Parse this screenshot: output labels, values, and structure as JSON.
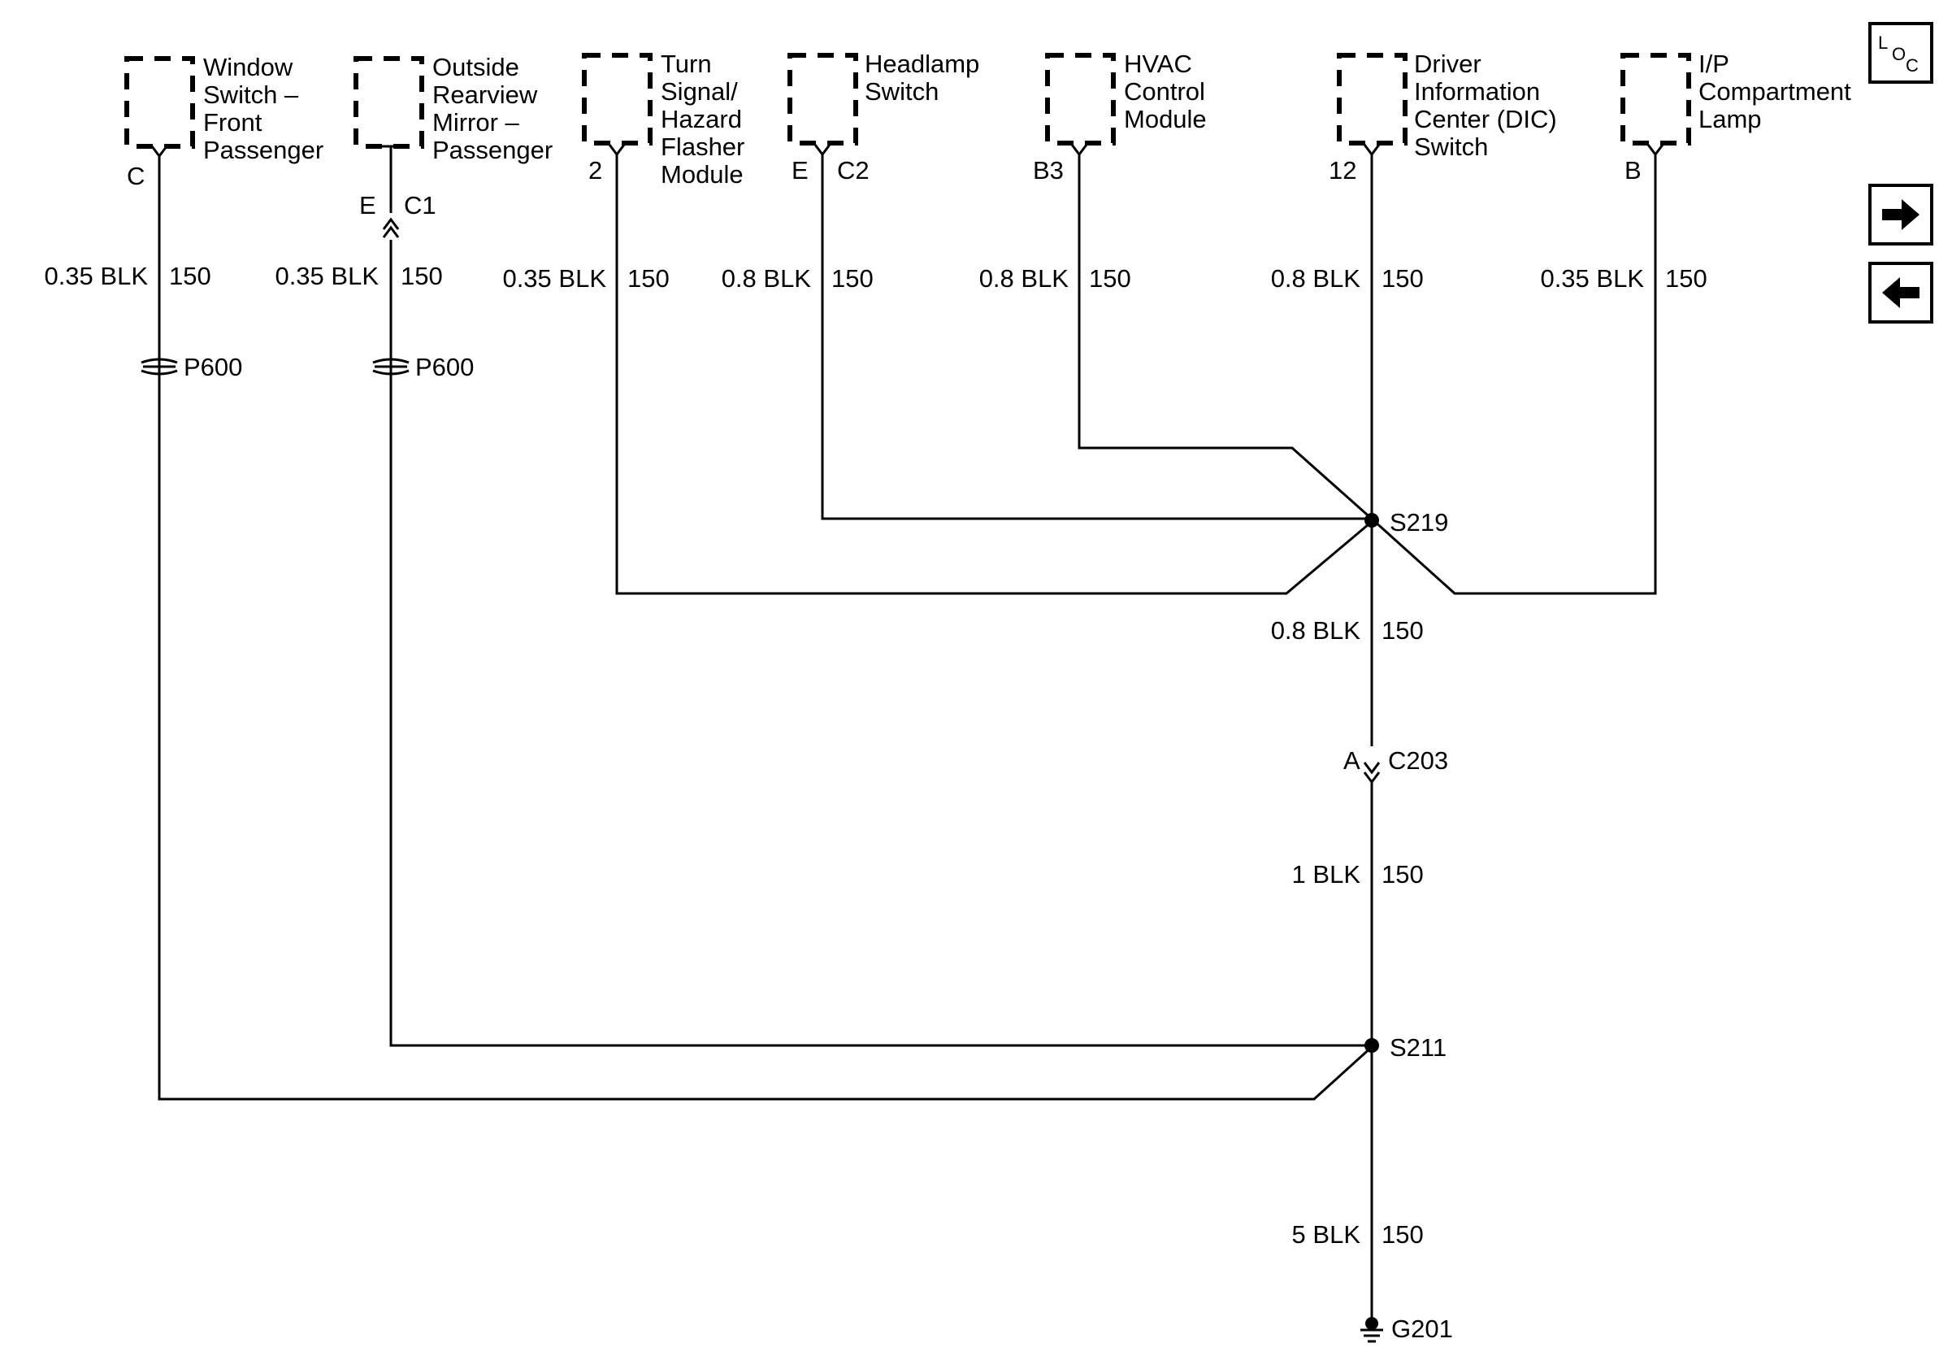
{
  "components": [
    {
      "name": "Window Switch – Front Passenger",
      "lines": [
        "Window",
        "Switch –",
        "Front",
        "Passenger"
      ],
      "pin": "C"
    },
    {
      "name": "Outside Rearview Mirror – Passenger",
      "lines": [
        "Outside",
        "Rearview",
        "Mirror –",
        "Passenger"
      ],
      "pin": "E",
      "connector": "C1"
    },
    {
      "name": "Turn Signal/Hazard Flasher Module",
      "lines": [
        "Turn",
        "Signal/",
        "Hazard",
        "Flasher",
        "Module"
      ],
      "pin": "2"
    },
    {
      "name": "Headlamp Switch",
      "lines": [
        "Headlamp",
        "Switch"
      ],
      "pin": "E",
      "connector": "C2"
    },
    {
      "name": "HVAC Control Module",
      "lines": [
        "HVAC",
        "Control",
        "Module"
      ],
      "pin": "B3"
    },
    {
      "name": "Driver Information Center (DIC) Switch",
      "lines": [
        "Driver",
        "Information",
        "Center (DIC)",
        "Switch"
      ],
      "pin": "12"
    },
    {
      "name": "I/P Compartment Lamp",
      "lines": [
        "I/P",
        "Compartment",
        "Lamp"
      ],
      "pin": "B"
    }
  ],
  "wires": [
    {
      "id": "w1",
      "size_color": "0.35 BLK",
      "circuit": "150"
    },
    {
      "id": "w2",
      "size_color": "0.35 BLK",
      "circuit": "150"
    },
    {
      "id": "w3",
      "size_color": "0.35 BLK",
      "circuit": "150"
    },
    {
      "id": "w4",
      "size_color": "0.8 BLK",
      "circuit": "150"
    },
    {
      "id": "w5",
      "size_color": "0.8 BLK",
      "circuit": "150"
    },
    {
      "id": "w6",
      "size_color": "0.8 BLK",
      "circuit": "150"
    },
    {
      "id": "w7",
      "size_color": "0.35 BLK",
      "circuit": "150"
    },
    {
      "id": "w8",
      "size_color": "0.8 BLK",
      "circuit": "150"
    },
    {
      "id": "w9",
      "size_color": "1 BLK",
      "circuit": "150"
    },
    {
      "id": "w10",
      "size_color": "5 BLK",
      "circuit": "150"
    }
  ],
  "pass_throughs": [
    {
      "label": "P600"
    },
    {
      "label": "P600"
    }
  ],
  "splices": [
    {
      "label": "S219"
    },
    {
      "label": "S211"
    }
  ],
  "inline_connector": {
    "pin": "A",
    "label": "C203"
  },
  "ground": {
    "label": "G201"
  },
  "nav": {
    "loc_icon": {
      "l": "L",
      "o": "O",
      "c": "C"
    },
    "next_icon": "arrow-right-icon",
    "prev_icon": "arrow-left-icon"
  }
}
